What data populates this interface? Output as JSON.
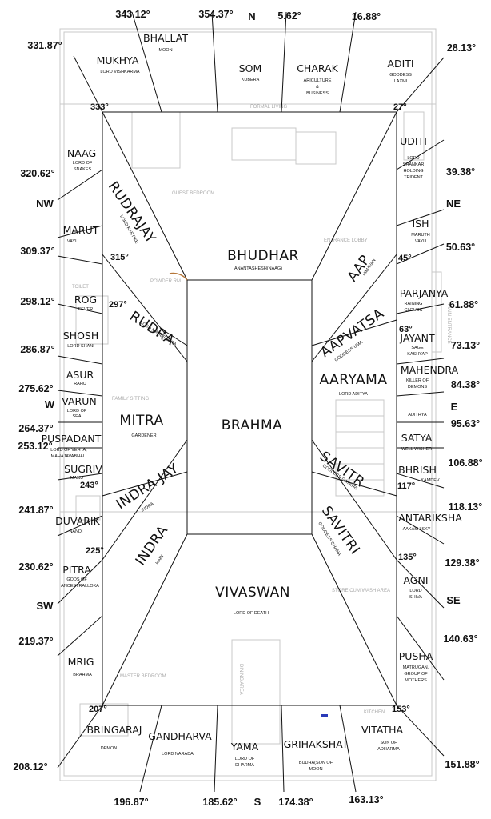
{
  "compass": {
    "n": "N",
    "s": "S",
    "e": "E",
    "w": "W",
    "ne": "NE",
    "nw": "NW",
    "se": "SE",
    "sw": "SW"
  },
  "outer_degrees": {
    "d343": "343.12°",
    "d354": "354.37°",
    "d5": "5.62°",
    "d16": "16.88°",
    "d331": "331.87°",
    "d28": "28.13°",
    "d320": "320.62°",
    "d39": "39.38°",
    "d309": "309.37°",
    "d50": "50.63°",
    "d298": "298.12°",
    "d61": "61.88°",
    "d286": "286.87°",
    "d73": "73.13°",
    "d275": "275.62°",
    "d84": "84.38°",
    "d264": "264.37°",
    "d95": "95.63°",
    "d253": "253.12°",
    "d106": "106.88°",
    "d241": "241.87°",
    "d118": "118.13°",
    "d230": "230.62°",
    "d129": "129.38°",
    "d219": "219.37°",
    "d140": "140.63°",
    "d208": "208.12°",
    "d151": "151.88°",
    "d196": "196.87°",
    "d185": "185.62°",
    "d174": "174.38°",
    "d163": "163.13°"
  },
  "corner_degrees": {
    "c333": "333°",
    "c27": "27°",
    "c315": "315°",
    "c45": "45°",
    "c297": "297°",
    "c63": "63°",
    "c243": "243°",
    "c117": "117°",
    "c225": "225°",
    "c135": "135°",
    "c207": "207°",
    "c153": "153°"
  },
  "padas": {
    "mukhya": {
      "name": "MUKHYA",
      "sub": "LORD VISHKARMA"
    },
    "bhallat": {
      "name": "BHALLAT",
      "sub": "MOON"
    },
    "som": {
      "name": "SOM",
      "sub": "KUBERA"
    },
    "charak": {
      "name": "CHARAK",
      "sub1": "ARICULTURE",
      "sub2": "&",
      "sub3": "BUSINESS"
    },
    "aditi": {
      "name": "ADITI",
      "sub1": "GODDESS",
      "sub2": "LAXMI"
    },
    "uditi": {
      "name": "UDITI",
      "sub1": "LORD",
      "sub2": "SHANKAR",
      "sub3": "HOLDING",
      "sub4": "TRIDENT"
    },
    "ish": {
      "name": "ISH",
      "sub1": "MARUTH",
      "sub2": "VAYU"
    },
    "parjanya": {
      "name": "PARJANYA",
      "sub1": "RAINING",
      "sub2": "CLOUDS"
    },
    "jayant": {
      "name": "JAYANT",
      "sub1": "SAGE",
      "sub2": "KASHYAP"
    },
    "mahendra": {
      "name": "MAHENDRA",
      "sub1": "KILLER OF",
      "sub2": "DEMONS"
    },
    "adithya": {
      "sub": "ADITHYA"
    },
    "satya": {
      "name": "SATYA",
      "sub": "WELL WISHER"
    },
    "bhrish": {
      "name": "BHRISH",
      "sub": "KAMDEV"
    },
    "antariksha": {
      "name": "ANTARIKSHA",
      "sub": "AAKASH SKY"
    },
    "agni": {
      "name": "AGNI",
      "sub1": "LORD",
      "sub2": "SHIVA"
    },
    "pusha": {
      "name": "PUSHA",
      "sub1": "MATRUGAN,",
      "sub2": "GROUP OF",
      "sub3": "MOTHERS"
    },
    "vitatha": {
      "name": "VITATHA",
      "sub1": "SON OF",
      "sub2": "ADHARMA"
    },
    "grihakshat": {
      "name": "GRIHAKSHAT",
      "sub1": "BUDHA(SON OF",
      "sub2": "MOON"
    },
    "yama": {
      "name": "YAMA",
      "sub1": "LORD OF",
      "sub2": "DHARMA"
    },
    "gandharva": {
      "name": "GANDHARVA",
      "sub": "LORD NARADA"
    },
    "bringaraj": {
      "name": "BRINGARAJ",
      "sub": "DEMON"
    },
    "mrig": {
      "name": "MRIG",
      "sub": "BRAHMA"
    },
    "pitra": {
      "name": "PITRA",
      "sub1": "GODS OF",
      "sub2": "ANCESTRALLOKA"
    },
    "duvarik": {
      "name": "DUVARIK",
      "sub": "NANDI"
    },
    "sugriv": {
      "name": "SUGRIV",
      "sub": "MANU"
    },
    "puspadant": {
      "name": "PUSPADANT",
      "sub1": "LORD OF VEHTA,",
      "sub2": "MAHAJAVABHALI"
    },
    "varun": {
      "name": "VARUN",
      "sub1": "LORD OF",
      "sub2": "SEA"
    },
    "asur": {
      "name": "ASUR",
      "sub": "RAHU"
    },
    "shosh": {
      "name": "SHOSH",
      "sub": "LORD SHANI"
    },
    "rog": {
      "name": "ROG",
      "sub": "FEVER"
    },
    "marut": {
      "name": "MARUT",
      "sub": "VAYU"
    },
    "naag": {
      "name": "NAAG",
      "sub1": "LORD OF",
      "sub2": "SNAKES"
    }
  },
  "inner": {
    "rudrajay": {
      "name": "RUDRAJAY",
      "sub": "LORD KARTIKE"
    },
    "bhudhar": {
      "name": "BHUDHAR",
      "sub": "ANANTASHESH(NAAG)"
    },
    "aap": {
      "name": "AAP",
      "sub": "HIMAVAN"
    },
    "aapvatsa": {
      "name": "AAPVATSA",
      "sub": "GODDESS UMA"
    },
    "aaryama": {
      "name": "AARYAMA",
      "sub": "LORD ADITYA"
    },
    "rudra": {
      "name": "RUDRA",
      "sub": "LORD MAHESWARA"
    },
    "mitra": {
      "name": "MITRA",
      "sub": "GARDENER"
    },
    "brahma": {
      "name": "BRAHMA"
    },
    "savitr": {
      "name": "SAVITR",
      "sub": "GODDESS GAYATRI"
    },
    "savitri": {
      "name": "SAVITRI",
      "sub": "GODDESS GHANA"
    },
    "indrajay": {
      "name": "INDRA JAY",
      "sub": "INDRA"
    },
    "indra": {
      "name": "INDRA",
      "sub": "HARI"
    },
    "vivaswan": {
      "name": "VIVASWAN",
      "sub": "LORD OF DEATH"
    }
  },
  "rooms": {
    "formal_living": "FORMAL LIVING",
    "guest_bedroom": "GUEST BEDROOM",
    "entrance_lobby": "ENTRANCE LOBBY",
    "toilet": "TOILET",
    "powder_rm": "POWDER RM",
    "family_sitting": "FAMILY SITTING",
    "store": "STORE CUM WASH AREA",
    "dining": "DINING AREA",
    "master_bedroom": "MASTER BEDROOM",
    "kitchen": "KITCHEN",
    "main_entrance": "MAIN ENTRANCE"
  }
}
